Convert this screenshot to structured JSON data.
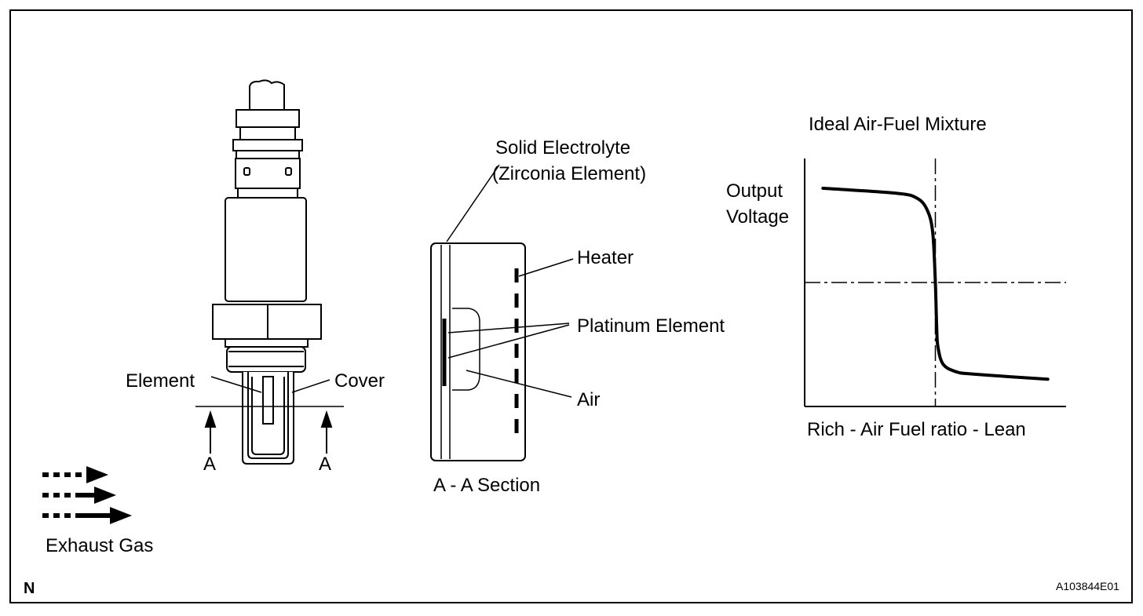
{
  "labels": {
    "element": "Element",
    "cover": "Cover",
    "section_mark_left": "A",
    "section_mark_right": "A",
    "exhaust_gas": "Exhaust Gas",
    "corner_mark": "N",
    "figure_id": "A103844E01",
    "solid_electrolyte_line1": "Solid Electrolyte",
    "solid_electrolyte_line2": "(Zirconia Element)",
    "heater": "Heater",
    "platinum_element": "Platinum Element",
    "air": "Air",
    "section_caption": "A - A Section"
  },
  "chart": {
    "title": "Ideal Air-Fuel Mixture",
    "ylabel_line1": "Output",
    "ylabel_line2": "Voltage",
    "xlabel": "Rich - Air Fuel ratio - Lean"
  },
  "chart_data": {
    "type": "line",
    "title": "Ideal Air-Fuel Mixture",
    "xlabel": "Rich - Air Fuel ratio - Lean",
    "ylabel": "Output Voltage",
    "xlim": [
      0,
      1
    ],
    "ylim": [
      0,
      1
    ],
    "grid": false,
    "ideal_ratio_x": 0.5,
    "reference_level_y": 0.5,
    "series": [
      {
        "x": [
          0.07,
          0.35,
          0.43,
          0.47,
          0.49,
          0.5,
          0.505,
          0.51,
          0.53,
          0.58,
          0.65,
          0.93
        ],
        "values": [
          0.88,
          0.86,
          0.84,
          0.79,
          0.7,
          0.5,
          0.32,
          0.24,
          0.17,
          0.14,
          0.13,
          0.11
        ]
      }
    ]
  }
}
